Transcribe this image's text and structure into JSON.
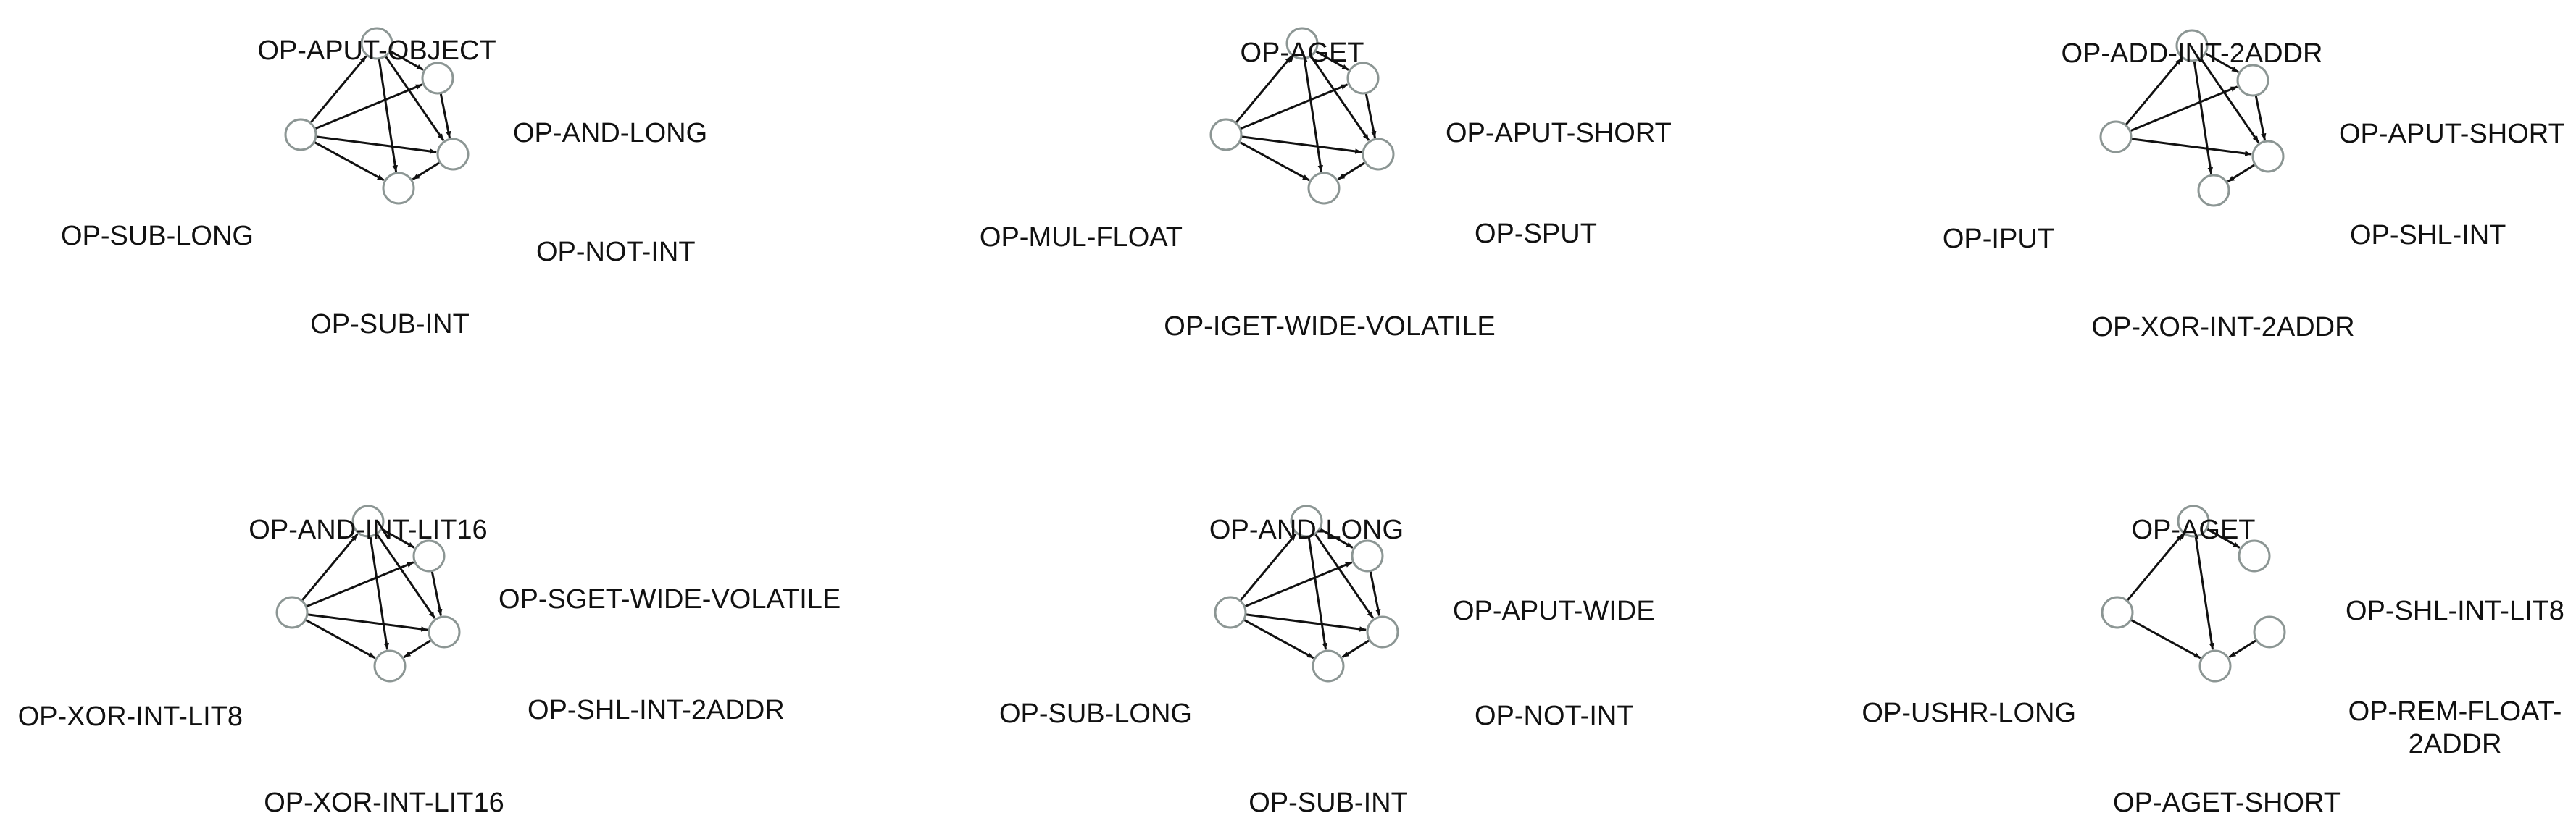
{
  "graphs": [
    {
      "nodes": [
        {
          "label": "OP-APUT-OBJECT"
        },
        {
          "label": "OP-AND-LONG"
        },
        {
          "label": "OP-NOT-INT"
        },
        {
          "label": "OP-SUB-INT"
        },
        {
          "label": "OP-SUB-LONG"
        }
      ],
      "edges": [
        [
          0,
          1
        ],
        [
          0,
          2
        ],
        [
          0,
          3
        ],
        [
          4,
          0
        ],
        [
          4,
          1
        ],
        [
          4,
          2
        ],
        [
          4,
          3
        ],
        [
          1,
          2
        ],
        [
          2,
          3
        ]
      ]
    },
    {
      "nodes": [
        {
          "label": "OP-AGET"
        },
        {
          "label": "OP-APUT-SHORT"
        },
        {
          "label": "OP-SPUT"
        },
        {
          "label": "OP-IGET-WIDE-VOLATILE"
        },
        {
          "label": "OP-MUL-FLOAT"
        }
      ],
      "edges": [
        [
          0,
          1
        ],
        [
          0,
          2
        ],
        [
          0,
          3
        ],
        [
          4,
          0
        ],
        [
          4,
          1
        ],
        [
          4,
          2
        ],
        [
          4,
          3
        ],
        [
          1,
          2
        ],
        [
          2,
          3
        ]
      ]
    },
    {
      "nodes": [
        {
          "label": "OP-ADD-INT-2ADDR"
        },
        {
          "label": "OP-APUT-SHORT"
        },
        {
          "label": "OP-SHL-INT"
        },
        {
          "label": "OP-XOR-INT-2ADDR"
        },
        {
          "label": "OP-IPUT"
        }
      ],
      "edges": [
        [
          0,
          1
        ],
        [
          0,
          2
        ],
        [
          0,
          3
        ],
        [
          4,
          0
        ],
        [
          4,
          1
        ],
        [
          4,
          2
        ],
        [
          1,
          2
        ],
        [
          2,
          3
        ]
      ]
    },
    {
      "nodes": [
        {
          "label": "OP-AND-INT-LIT16"
        },
        {
          "label": "OP-SGET-WIDE-VOLATILE"
        },
        {
          "label": "OP-SHL-INT-2ADDR"
        },
        {
          "label": "OP-XOR-INT-LIT16"
        },
        {
          "label": "OP-XOR-INT-LIT8"
        }
      ],
      "edges": [
        [
          0,
          1
        ],
        [
          0,
          2
        ],
        [
          0,
          3
        ],
        [
          4,
          0
        ],
        [
          4,
          1
        ],
        [
          4,
          2
        ],
        [
          4,
          3
        ],
        [
          1,
          2
        ],
        [
          2,
          3
        ]
      ]
    },
    {
      "nodes": [
        {
          "label": "OP-AND-LONG"
        },
        {
          "label": "OP-APUT-WIDE"
        },
        {
          "label": "OP-NOT-INT"
        },
        {
          "label": "OP-SUB-INT"
        },
        {
          "label": "OP-SUB-LONG"
        }
      ],
      "edges": [
        [
          0,
          1
        ],
        [
          0,
          2
        ],
        [
          0,
          3
        ],
        [
          4,
          0
        ],
        [
          4,
          1
        ],
        [
          4,
          2
        ],
        [
          4,
          3
        ],
        [
          1,
          2
        ],
        [
          2,
          3
        ]
      ]
    },
    {
      "nodes": [
        {
          "label": "OP-AGET"
        },
        {
          "label": "OP-SHL-INT-LIT8"
        },
        {
          "label": "OP-REM-FLOAT-2ADDR"
        },
        {
          "label": "OP-AGET-SHORT"
        },
        {
          "label": "OP-USHR-LONG"
        }
      ],
      "edges": [
        [
          0,
          1
        ],
        [
          0,
          3
        ],
        [
          4,
          0
        ],
        [
          4,
          3
        ],
        [
          2,
          3
        ]
      ]
    }
  ]
}
